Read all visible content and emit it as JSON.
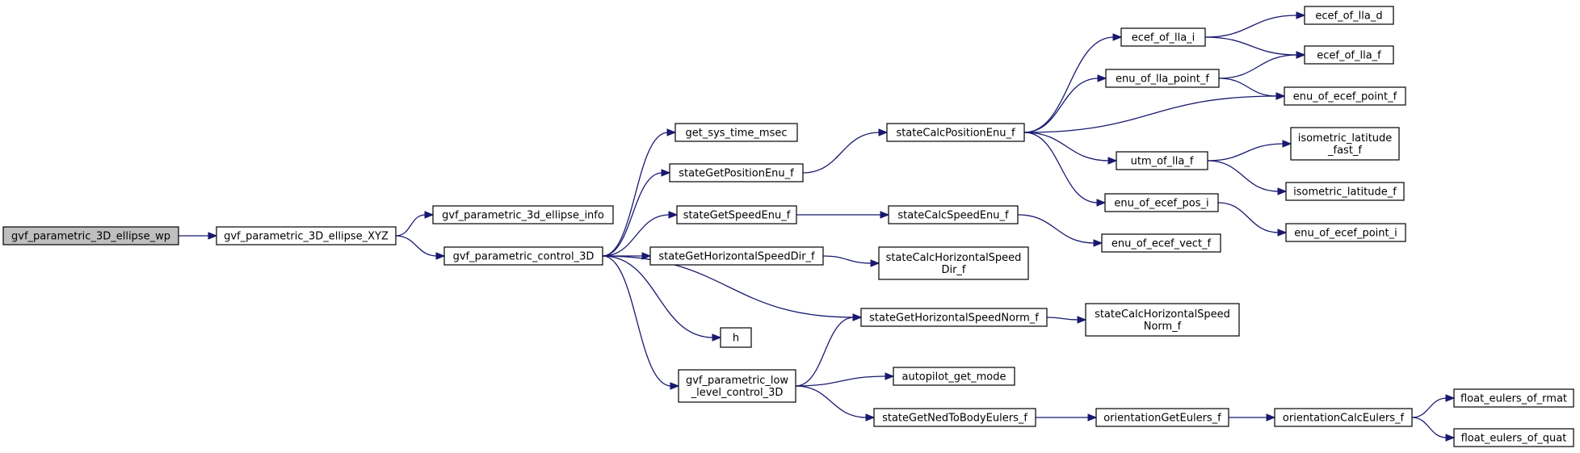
{
  "graph": {
    "nodes": [
      {
        "id": "n_wp",
        "label": [
          "gvf_parametric_3D_ellipse_wp"
        ],
        "root": true
      },
      {
        "id": "n_xyz",
        "label": [
          "gvf_parametric_3D_ellipse_XYZ"
        ]
      },
      {
        "id": "n_info",
        "label": [
          "gvf_parametric_3d_ellipse_info"
        ]
      },
      {
        "id": "n_ctrl",
        "label": [
          "gvf_parametric_control_3D"
        ]
      },
      {
        "id": "n_systime",
        "label": [
          "get_sys_time_msec"
        ]
      },
      {
        "id": "n_sgpos",
        "label": [
          "stateGetPositionEnu_f"
        ]
      },
      {
        "id": "n_sgspeed",
        "label": [
          "stateGetSpeedEnu_f"
        ]
      },
      {
        "id": "n_sghdir",
        "label": [
          "stateGetHorizontalSpeedDir_f"
        ]
      },
      {
        "id": "n_h",
        "label": [
          "h"
        ]
      },
      {
        "id": "n_low",
        "label": [
          "gvf_parametric_low",
          "_level_control_3D"
        ]
      },
      {
        "id": "n_sgnorm",
        "label": [
          "stateGetHorizontalSpeedNorm_f"
        ]
      },
      {
        "id": "n_apmode",
        "label": [
          "autopilot_get_mode"
        ]
      },
      {
        "id": "n_sgeul",
        "label": [
          "stateGetNedToBodyEulers_f"
        ]
      },
      {
        "id": "n_scpos",
        "label": [
          "stateCalcPositionEnu_f"
        ]
      },
      {
        "id": "n_scspeed",
        "label": [
          "stateCalcSpeedEnu_f"
        ]
      },
      {
        "id": "n_schdir",
        "label": [
          "stateCalcHorizontalSpeed",
          "Dir_f"
        ]
      },
      {
        "id": "n_scnorm",
        "label": [
          "stateCalcHorizontalSpeed",
          "Norm_f"
        ]
      },
      {
        "id": "n_origet",
        "label": [
          "orientationGetEulers_f"
        ]
      },
      {
        "id": "n_oricalc",
        "label": [
          "orientationCalcEulers_f"
        ]
      },
      {
        "id": "n_ecefllai",
        "label": [
          "ecef_of_lla_i"
        ]
      },
      {
        "id": "n_enullapt",
        "label": [
          "enu_of_lla_point_f"
        ]
      },
      {
        "id": "n_utm",
        "label": [
          "utm_of_lla_f"
        ]
      },
      {
        "id": "n_enuecefposi",
        "label": [
          "enu_of_ecef_pos_i"
        ]
      },
      {
        "id": "n_enuecefvect",
        "label": [
          "enu_of_ecef_vect_f"
        ]
      },
      {
        "id": "n_ecefllad",
        "label": [
          "ecef_of_lla_d"
        ]
      },
      {
        "id": "n_ecefllaf",
        "label": [
          "ecef_of_lla_f"
        ]
      },
      {
        "id": "n_enuecefptf",
        "label": [
          "enu_of_ecef_point_f"
        ]
      },
      {
        "id": "n_isofast",
        "label": [
          "isometric_latitude",
          "_fast_f"
        ]
      },
      {
        "id": "n_iso",
        "label": [
          "isometric_latitude_f"
        ]
      },
      {
        "id": "n_enuecefpti",
        "label": [
          "enu_of_ecef_point_i"
        ]
      },
      {
        "id": "n_floatrmat",
        "label": [
          "float_eulers_of_rmat"
        ]
      },
      {
        "id": "n_floatquat",
        "label": [
          "float_eulers_of_quat"
        ]
      }
    ],
    "edges": [
      {
        "from": "n_wp",
        "to": "n_xyz"
      },
      {
        "from": "n_xyz",
        "to": "n_info"
      },
      {
        "from": "n_xyz",
        "to": "n_ctrl"
      },
      {
        "from": "n_ctrl",
        "to": "n_systime"
      },
      {
        "from": "n_ctrl",
        "to": "n_sgpos"
      },
      {
        "from": "n_ctrl",
        "to": "n_sgspeed"
      },
      {
        "from": "n_ctrl",
        "to": "n_sghdir"
      },
      {
        "from": "n_ctrl",
        "to": "n_sgnorm"
      },
      {
        "from": "n_ctrl",
        "to": "n_h"
      },
      {
        "from": "n_ctrl",
        "to": "n_low"
      },
      {
        "from": "n_low",
        "to": "n_sgnorm"
      },
      {
        "from": "n_low",
        "to": "n_apmode"
      },
      {
        "from": "n_low",
        "to": "n_sgeul"
      },
      {
        "from": "n_sgpos",
        "to": "n_scpos"
      },
      {
        "from": "n_sgspeed",
        "to": "n_scspeed"
      },
      {
        "from": "n_sghdir",
        "to": "n_schdir"
      },
      {
        "from": "n_sgnorm",
        "to": "n_scnorm"
      },
      {
        "from": "n_sgeul",
        "to": "n_origet"
      },
      {
        "from": "n_origet",
        "to": "n_oricalc"
      },
      {
        "from": "n_oricalc",
        "to": "n_floatrmat"
      },
      {
        "from": "n_oricalc",
        "to": "n_floatquat"
      },
      {
        "from": "n_scpos",
        "to": "n_ecefllai"
      },
      {
        "from": "n_scpos",
        "to": "n_enullapt"
      },
      {
        "from": "n_scpos",
        "to": "n_enuecefptf"
      },
      {
        "from": "n_scpos",
        "to": "n_utm"
      },
      {
        "from": "n_scpos",
        "to": "n_enuecefposi"
      },
      {
        "from": "n_scspeed",
        "to": "n_enuecefvect"
      },
      {
        "from": "n_ecefllai",
        "to": "n_ecefllad"
      },
      {
        "from": "n_ecefllai",
        "to": "n_ecefllaf"
      },
      {
        "from": "n_enullapt",
        "to": "n_ecefllaf"
      },
      {
        "from": "n_enullapt",
        "to": "n_enuecefptf"
      },
      {
        "from": "n_utm",
        "to": "n_isofast"
      },
      {
        "from": "n_utm",
        "to": "n_iso"
      },
      {
        "from": "n_enuecefposi",
        "to": "n_enuecefpti"
      }
    ]
  }
}
